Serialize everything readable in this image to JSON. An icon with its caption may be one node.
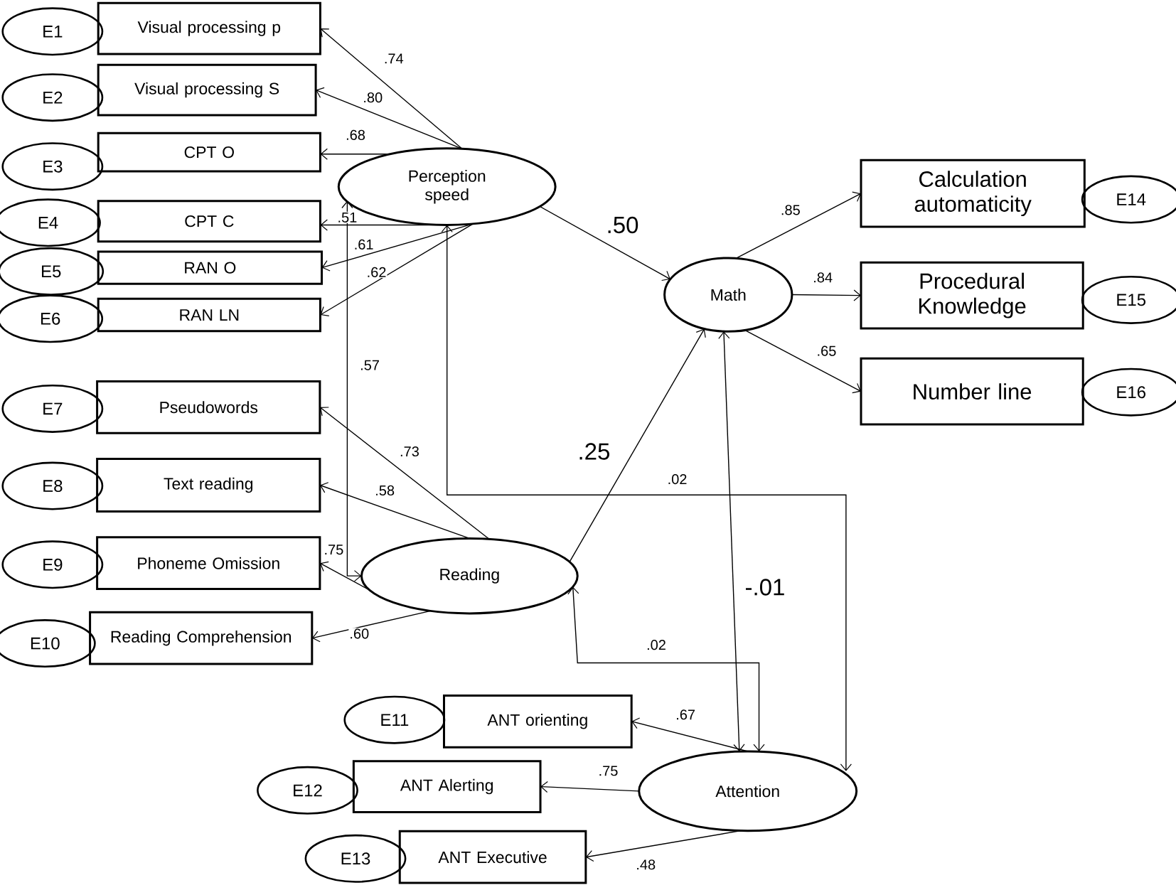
{
  "diagram": {
    "nodes": [
      {
        "text": [
          "E1"
        ]
      },
      {
        "text": [
          "Visual processing p"
        ]
      },
      {
        "text": [
          "E2"
        ]
      },
      {
        "text": [
          "Visual processing S"
        ]
      },
      {
        "text": [
          "E3"
        ]
      },
      {
        "text": [
          "CPT O"
        ]
      },
      {
        "text": [
          "E4"
        ]
      },
      {
        "text": [
          "CPT C"
        ]
      },
      {
        "text": [
          "E5"
        ]
      },
      {
        "text": [
          "RAN O"
        ]
      },
      {
        "text": [
          "E6"
        ]
      },
      {
        "text": [
          "RAN LN"
        ]
      },
      {
        "text": [
          "Perception speed"
        ]
      },
      {
        "text": [
          "Calculation automaticity"
        ]
      },
      {
        "text": [
          "E14"
        ]
      },
      {
        "text": [
          "Math"
        ]
      },
      {
        "text": [
          "Procedural Knowledge"
        ]
      },
      {
        "text": [
          "E15"
        ]
      },
      {
        "text": [
          "Number line"
        ]
      },
      {
        "text": [
          "E16"
        ]
      },
      {
        "text": [
          "E7"
        ]
      },
      {
        "text": [
          "Pseudowords"
        ]
      },
      {
        "text": [
          "E8"
        ]
      },
      {
        "text": [
          "Text reading"
        ]
      },
      {
        "text": [
          "E9"
        ]
      },
      {
        "text": [
          "Phoneme Omission"
        ]
      },
      {
        "text": [
          "Reading"
        ]
      },
      {
        "text": [
          "E10"
        ]
      },
      {
        "text": [
          "Reading Comprehension"
        ]
      },
      {
        "text": [
          "E11"
        ]
      },
      {
        "text": [
          "ANT orienting"
        ]
      },
      {
        "text": [
          "E12"
        ]
      },
      {
        "text": [
          "ANT Alerting"
        ]
      },
      {
        "text": [
          "Attention"
        ]
      },
      {
        "text": [
          "E13"
        ]
      },
      {
        "text": [
          "ANT Executive"
        ]
      }
    ],
    "edges": [
      {
        "from": 12,
        "to": 1,
        "arrow": "to",
        "label": ".74"
      },
      {
        "from": 12,
        "to": 3,
        "arrow": "to",
        "label": ".80"
      },
      {
        "from": 12,
        "to": 5,
        "arrow": "to",
        "label": ".68"
      },
      {
        "from": 12,
        "to": 7,
        "arrow": "to",
        "label": ".51"
      },
      {
        "from": 12,
        "to": 9,
        "arrow": "to",
        "label": ".61"
      },
      {
        "from": 12,
        "to": 11,
        "arrow": "to",
        "label": ".62"
      },
      {
        "from": 12,
        "to": 15,
        "arrow": "to",
        "label": ".50"
      },
      {
        "from": 26,
        "to": 15,
        "arrow": "to",
        "label": ".25"
      },
      {
        "from": 26,
        "to": 12,
        "arrow": "both",
        "label": ".57"
      },
      {
        "from": 26,
        "to": 21,
        "arrow": "to",
        "label": ".73"
      },
      {
        "from": 26,
        "to": 23,
        "arrow": "to",
        "label": ".58"
      },
      {
        "from": 26,
        "to": 25,
        "arrow": "to",
        "label": ".75"
      },
      {
        "from": 26,
        "to": 28,
        "arrow": "to",
        "label": ".60"
      },
      {
        "from": 15,
        "to": 13,
        "arrow": "to",
        "label": ".85"
      },
      {
        "from": 15,
        "to": 16,
        "arrow": "to",
        "label": ".84"
      },
      {
        "from": 15,
        "to": 18,
        "arrow": "to",
        "label": ".65"
      },
      {
        "from": 15,
        "to": 33,
        "arrow": "both",
        "label": "-.01"
      },
      {
        "from": 12,
        "to": 33,
        "arrow": "both",
        "label": ".02"
      },
      {
        "from": 26,
        "to": 33,
        "arrow": "both",
        "label": ".02"
      },
      {
        "from": 33,
        "to": 30,
        "arrow": "to",
        "label": ".67"
      },
      {
        "from": 33,
        "to": 32,
        "arrow": "to",
        "label": ".75"
      },
      {
        "from": 33,
        "to": 35,
        "arrow": "to",
        "label": ".48"
      }
    ]
  }
}
